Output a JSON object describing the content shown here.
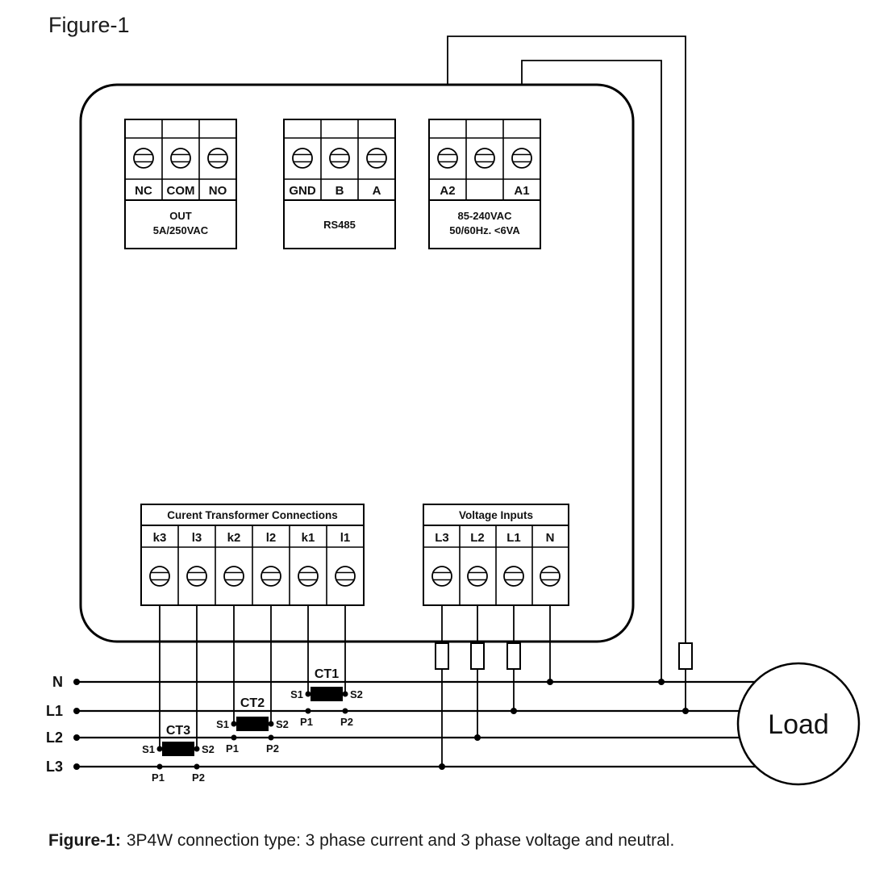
{
  "figure_label": "Figure-1",
  "caption_bold": "Figure-1:",
  "caption_rest": "3P4W connection type: 3 phase current and 3 phase voltage and neutral.",
  "device": {
    "relay_block": {
      "terminals": [
        "NC",
        "COM",
        "NO"
      ],
      "caption_line1": "OUT",
      "caption_line2": "5A/250VAC"
    },
    "rs485_block": {
      "terminals": [
        "GND",
        "B",
        "A"
      ],
      "caption": "RS485"
    },
    "power_block": {
      "terminals": [
        "A2",
        "",
        "A1"
      ],
      "caption_line1": "85-240VAC",
      "caption_line2": "50/60Hz. <6VA"
    },
    "ct_block": {
      "title": "Curent Transformer Connections",
      "terminals": [
        "k3",
        "l3",
        "k2",
        "l2",
        "k1",
        "l1"
      ]
    },
    "voltage_block": {
      "title": "Voltage Inputs",
      "terminals": [
        "L3",
        "L2",
        "L1",
        "N"
      ]
    }
  },
  "phase_lines": [
    "N",
    "L1",
    "L2",
    "L3"
  ],
  "cts": [
    {
      "name": "CT1",
      "s1": "S1",
      "s2": "S2",
      "p1": "P1",
      "p2": "P2"
    },
    {
      "name": "CT2",
      "s1": "S1",
      "s2": "S2",
      "p1": "P1",
      "p2": "P2"
    },
    {
      "name": "CT3",
      "s1": "S1",
      "s2": "S2",
      "p1": "P1",
      "p2": "P2"
    }
  ],
  "load_label": "Load",
  "icons": {
    "terminal_screw": "screw-terminal-icon"
  },
  "colors": {
    "ink": "#000000",
    "background": "#ffffff"
  }
}
